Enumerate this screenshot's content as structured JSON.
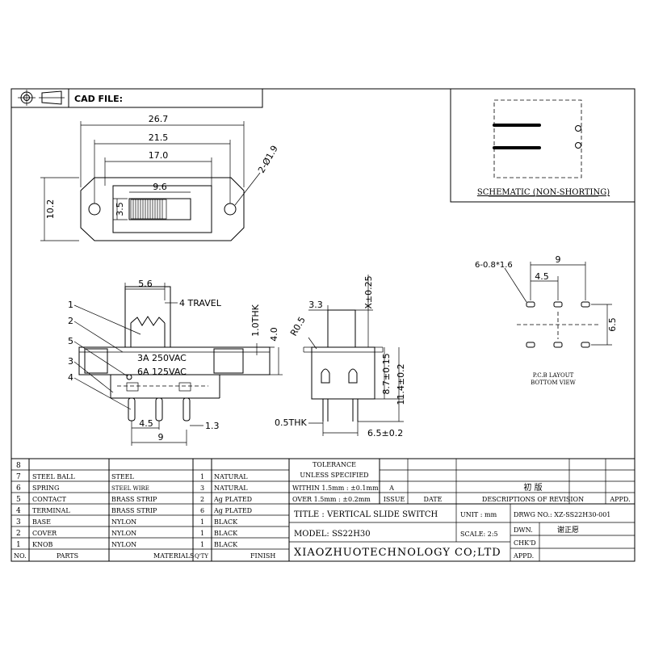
{
  "header": {
    "cad_file_label": "CAD FILE:",
    "projection_icon": "third-angle-projection-icon"
  },
  "top_view": {
    "dim_overall": "26.7",
    "dim_holes": "21.5",
    "dim_body": "17.0",
    "dim_knob": "9.6",
    "dim_height": "10.2",
    "dim_slot": "3.5",
    "dim_hole_dia": "2-Ø1.9"
  },
  "side_view": {
    "dim_knob_width": "5.6",
    "travel": "4 TRAVEL",
    "thk": "1.0THK",
    "dim_height": "4.0",
    "rating1": "3A 250VAC",
    "rating2": "6A 125VAC",
    "dim_pin_pitch": "4.5",
    "dim_pin_width": "1.3",
    "dim_pin_span": "9",
    "callouts": [
      "1",
      "2",
      "5",
      "3",
      "4"
    ]
  },
  "end_view": {
    "dim_knob": "3.3",
    "dim_x": "X±0.25",
    "radius": "R0.5",
    "dim_a": "8.7±0.15",
    "dim_b": "11.4±0.2",
    "thk": "0.5THK",
    "dim_w": "6.5±0.2"
  },
  "schematic": {
    "title": "SCHEMATIC (NON-SHORTING)"
  },
  "pcb": {
    "hole_spec": "6-0.8*1.6",
    "dim_span": "9",
    "dim_pitch": "4.5",
    "dim_row": "6.5",
    "title_line1": "P.C.B LAYOUT",
    "title_line2": "BOTTOM VIEW"
  },
  "bom": {
    "rows": [
      {
        "no": "8",
        "part": "",
        "material": "",
        "qty": "",
        "finish": ""
      },
      {
        "no": "7",
        "part": "STEEL BALL",
        "material": "STEEL",
        "qty": "1",
        "finish": "NATURAL"
      },
      {
        "no": "6",
        "part": "SPRING",
        "material": "STEEL WIRE",
        "qty": "3",
        "finish": "NATURAL"
      },
      {
        "no": "5",
        "part": "CONTACT",
        "material": "BRASS STRIP",
        "qty": "2",
        "finish": "Ag PLATED"
      },
      {
        "no": "4",
        "part": "TERMINAL",
        "material": "BRASS STRIP",
        "qty": "6",
        "finish": "Ag PLATED"
      },
      {
        "no": "3",
        "part": "BASE",
        "material": "NYLON",
        "qty": "1",
        "finish": "BLACK"
      },
      {
        "no": "2",
        "part": "COVER",
        "material": "NYLON",
        "qty": "1",
        "finish": "BLACK"
      },
      {
        "no": "1",
        "part": "KNOB",
        "material": "NYLON",
        "qty": "1",
        "finish": "BLACK"
      }
    ],
    "headers": {
      "no": "NO.",
      "part": "PARTS",
      "material": "MATERIALS",
      "qty": "Q'TY",
      "finish": "FINISH"
    }
  },
  "tolerance": {
    "title1": "TOLERANCE",
    "title2": "UNLESS SPECIFIED",
    "within": "WITHIN 1.5mm : ±0.1mm",
    "over": "OVER 1.5mm : ±0.2mm",
    "rev_letter": "A"
  },
  "revision": {
    "issue": "ISSUE",
    "date": "DATE",
    "desc": "DESCRIPTIONS OF REVISION",
    "appd": "APPD.",
    "first_edition": "初 版"
  },
  "title_block": {
    "title": "TITLE : VERTICAL SLIDE SWITCH",
    "unit_label": "UNIT : mm",
    "drwg_no": "DRWG NO.: XZ-SS22H30-001",
    "model": "MODEL: SS22H30",
    "scale": "SCALE: 2:5",
    "dwn_label": "DWN.",
    "dwn_name": "谢正愿",
    "chkd_label": "CHK'D",
    "appd_label": "APPD.",
    "company": "XIAOZHUOTECHNOLOGY CO;LTD"
  }
}
